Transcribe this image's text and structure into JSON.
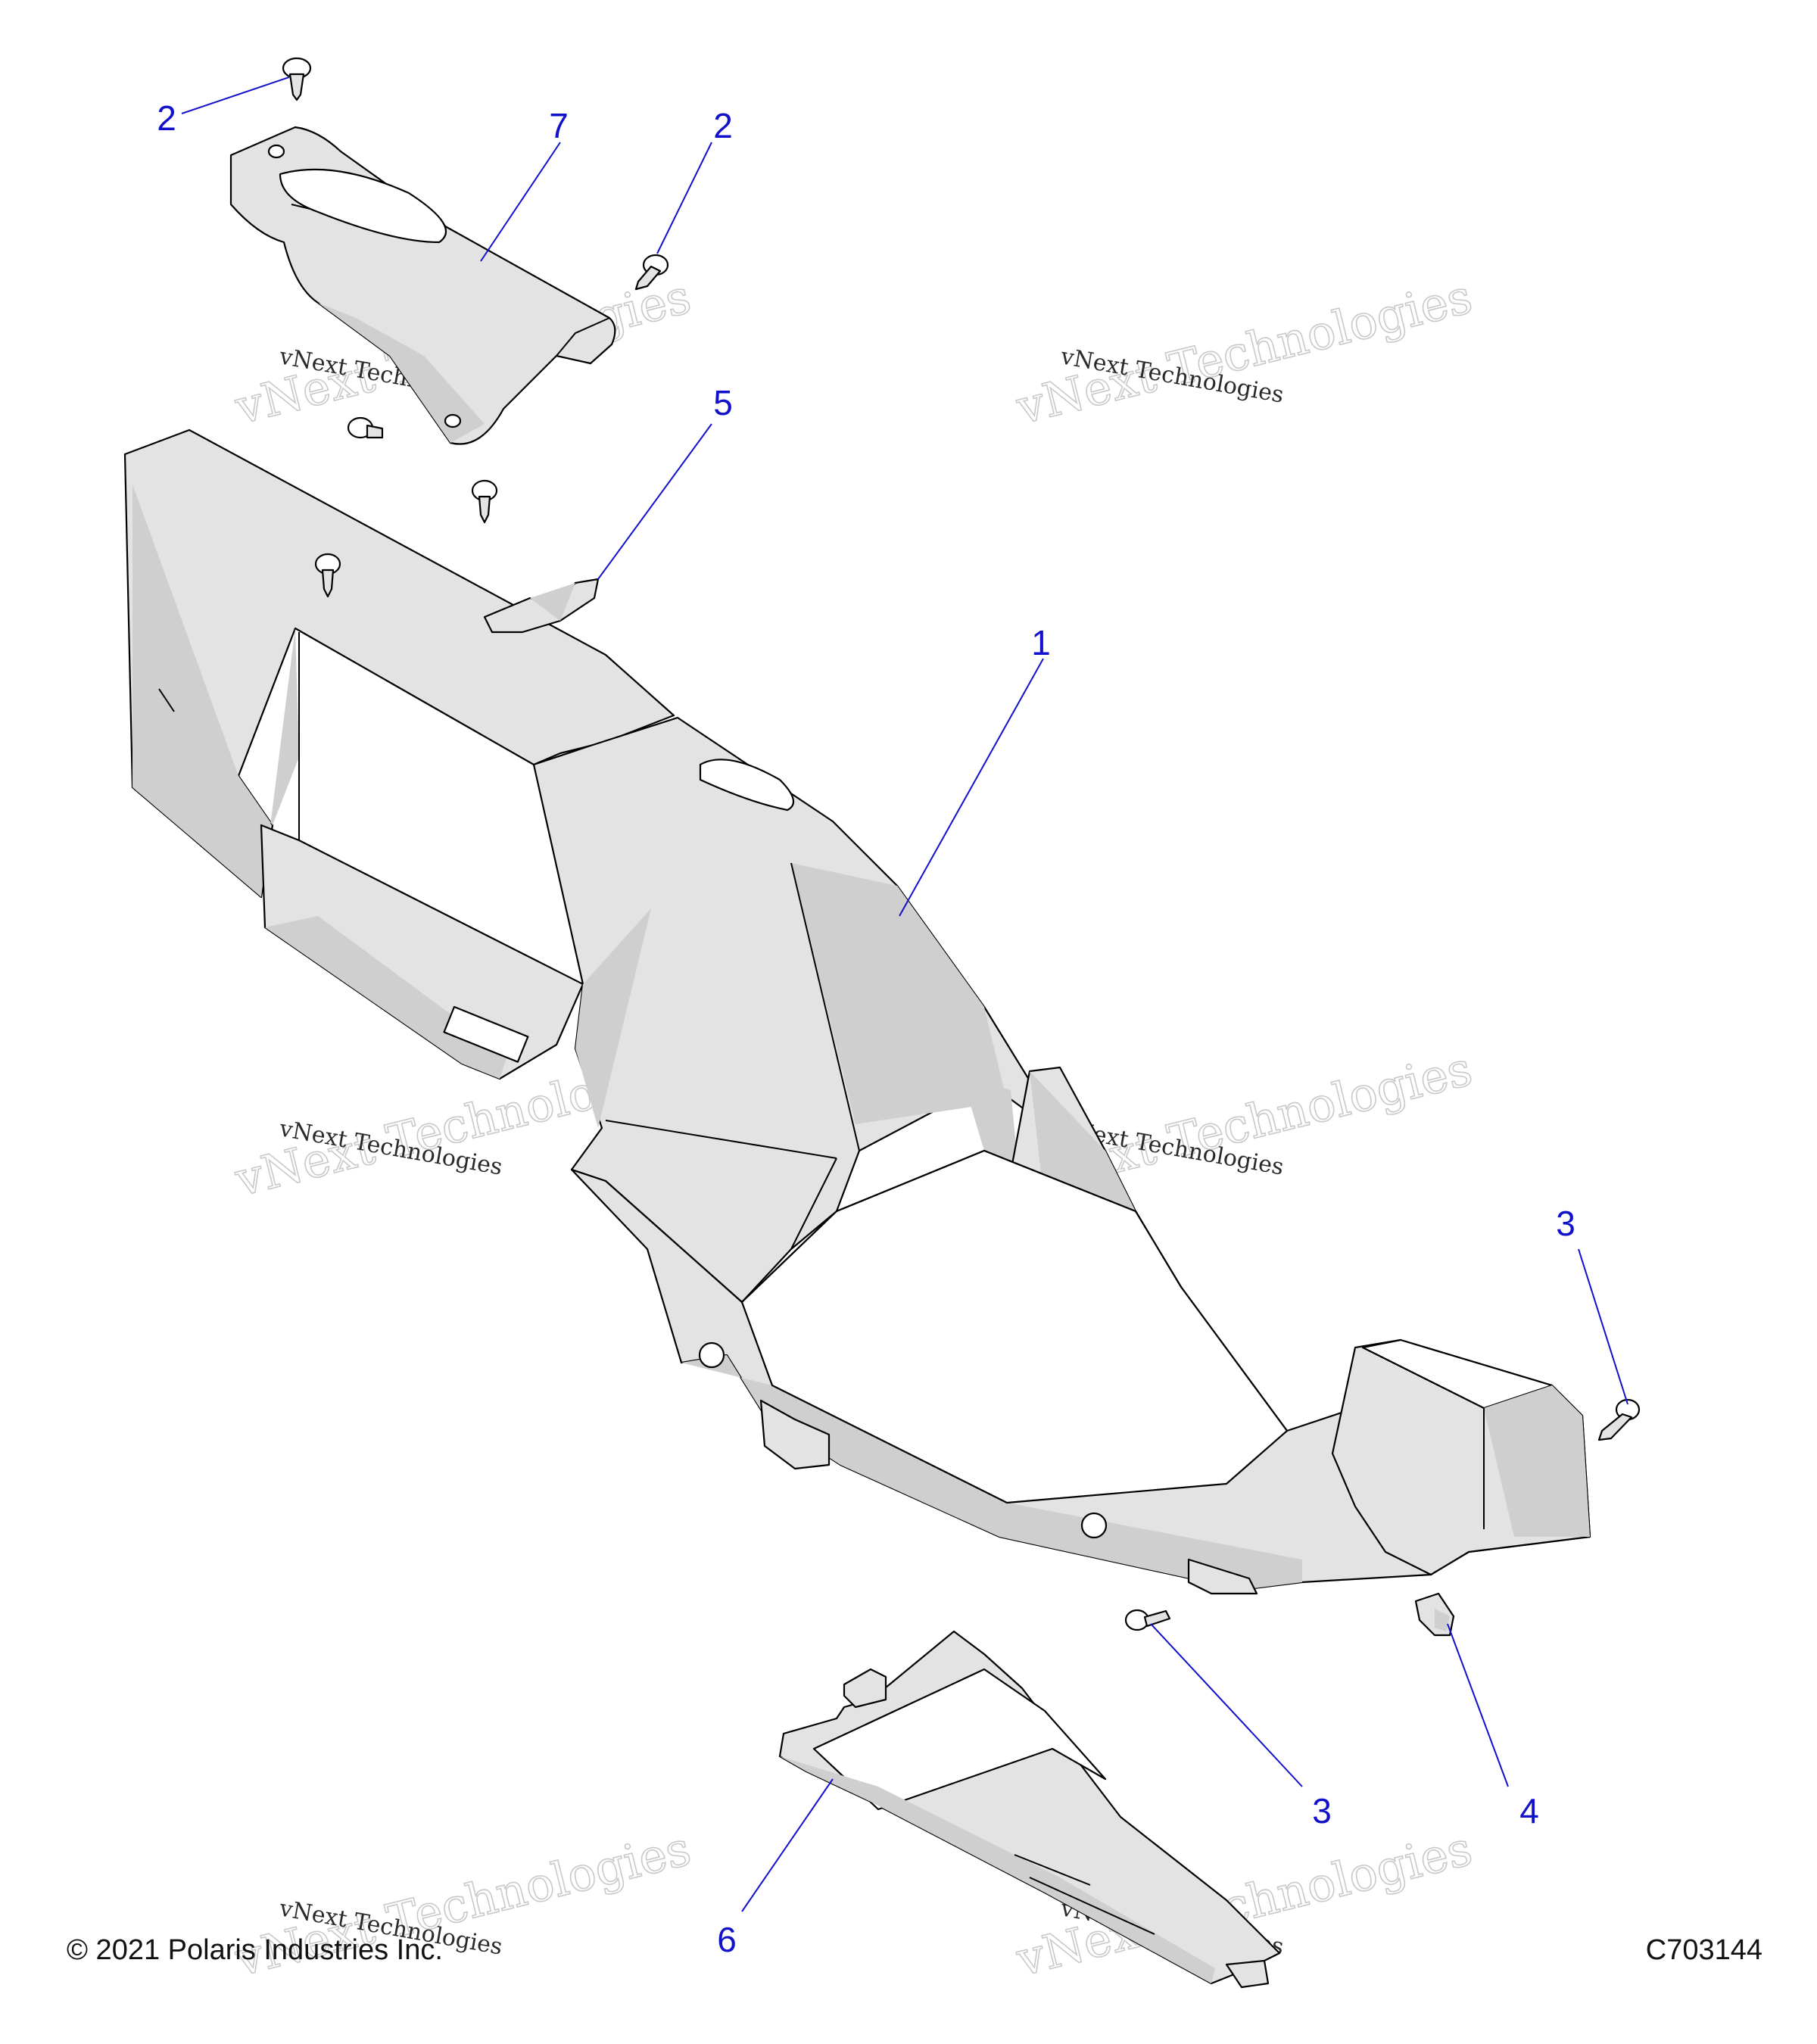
{
  "callouts": [
    {
      "id": "callout-1",
      "label": "1"
    },
    {
      "id": "callout-2a",
      "label": "2"
    },
    {
      "id": "callout-2b",
      "label": "2"
    },
    {
      "id": "callout-3a",
      "label": "3"
    },
    {
      "id": "callout-3b",
      "label": "3"
    },
    {
      "id": "callout-4",
      "label": "4"
    },
    {
      "id": "callout-5",
      "label": "5"
    },
    {
      "id": "callout-6",
      "label": "6"
    },
    {
      "id": "callout-7",
      "label": "7"
    }
  ],
  "watermark": {
    "large": "vNext Technologies",
    "small": "vNext Technologies"
  },
  "footer": {
    "copyright": "© 2021 Polaris Industries Inc.",
    "drawing_number": "C703144"
  }
}
